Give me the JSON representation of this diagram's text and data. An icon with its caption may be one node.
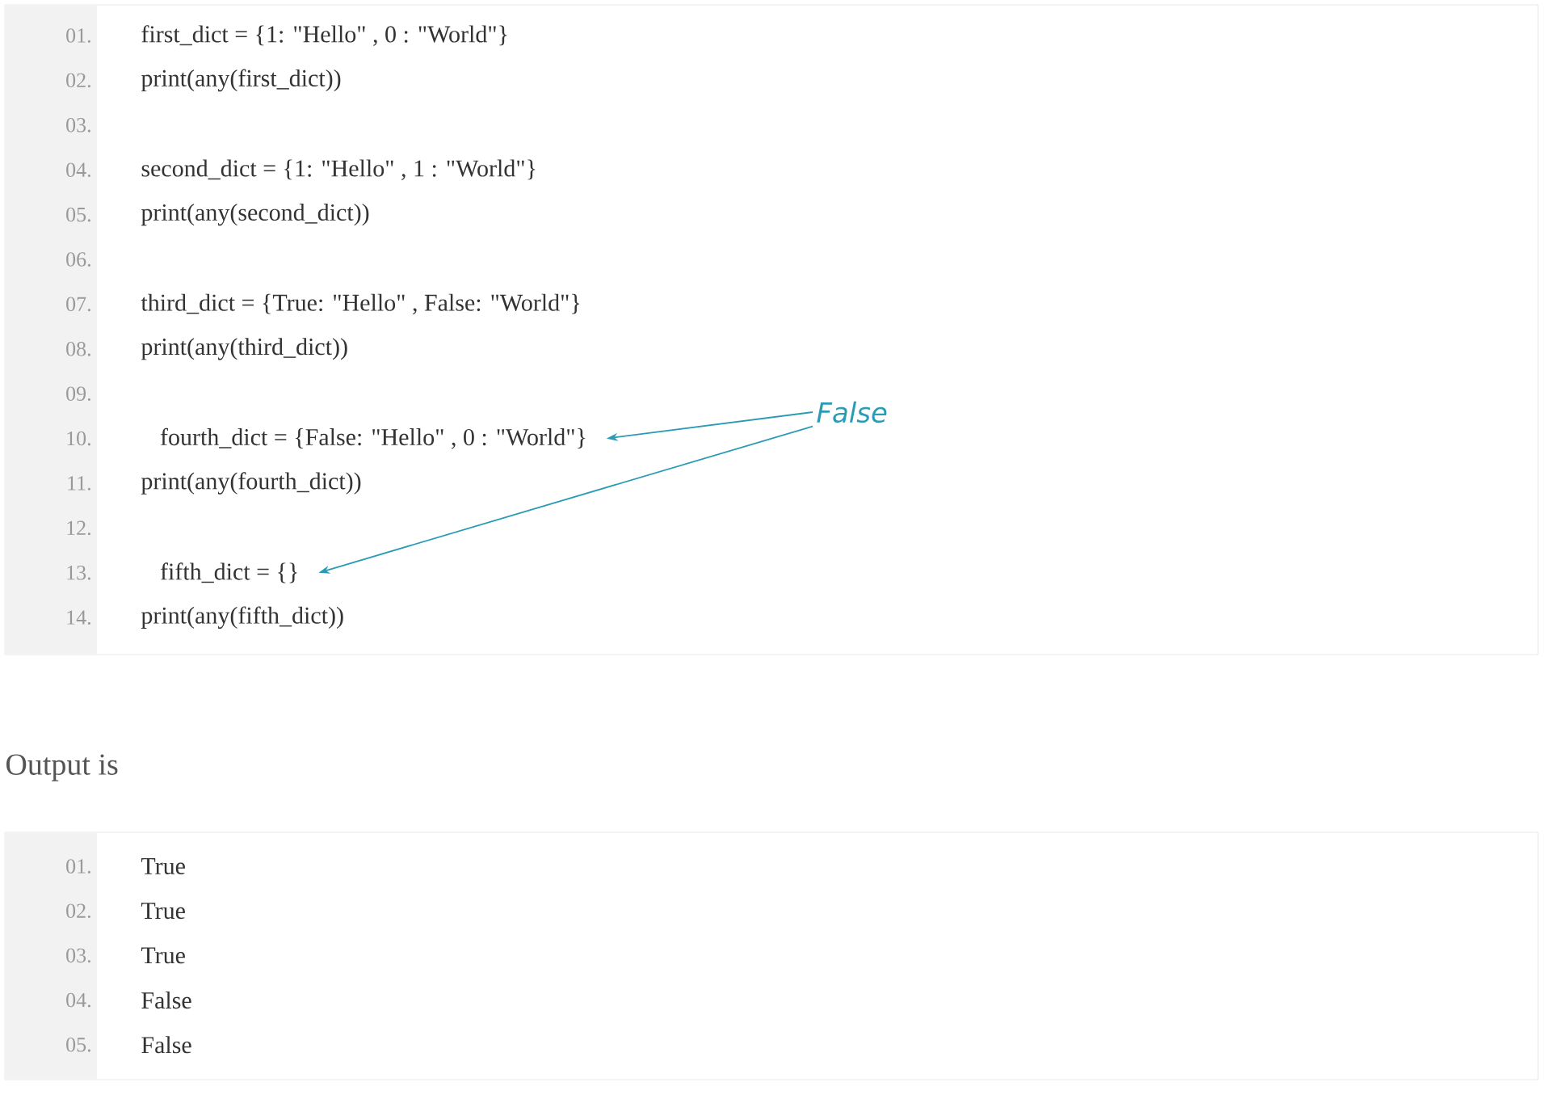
{
  "diagram": {
    "nodes": [
      {
        "text": [
          "fourth_dict = {False: \"Hello\" , 0 : \"World\"}"
        ]
      },
      {
        "text": [
          "False"
        ]
      },
      {
        "text": [
          "fifth_dict = {}"
        ]
      }
    ],
    "edges": [
      {
        "from": 1,
        "to": 0,
        "arrow": "to"
      },
      {
        "from": 1,
        "to": 2,
        "arrow": "to"
      }
    ],
    "labels": [
      "01.",
      "first_dict = {1: \"Hello\" , 0 : \"World\"}",
      "02.",
      "print(any(first_dict))",
      "03.",
      "04.",
      "second_dict = {1: \"Hello\" , 1 : \"World\"}",
      "05.",
      "print(any(second_dict))",
      "06.",
      "07.",
      "third_dict = {True: \"Hello\" ,  False: \"World\"}",
      "08.",
      "print(any(third_dict))",
      "09.",
      "10.",
      "11.",
      "print(any(fourth_dict))",
      "12.",
      "13.",
      "14.",
      "print(any(fifth_dict))",
      "Output is",
      "01.",
      "True",
      "02.",
      "True",
      "03.",
      "True",
      "04.",
      "False",
      "05.",
      "False"
    ]
  }
}
